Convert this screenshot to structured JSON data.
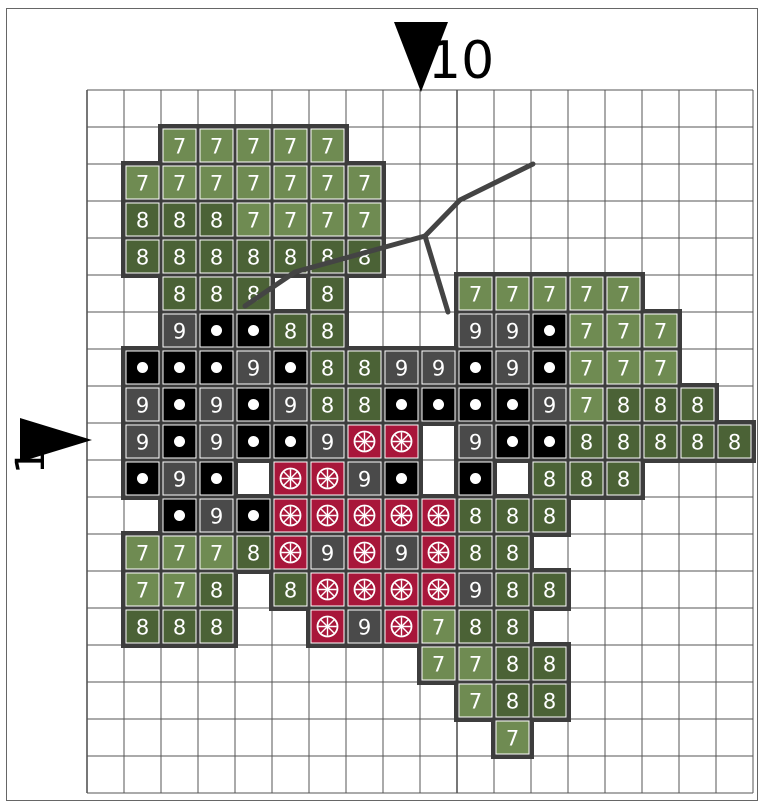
{
  "pattern": {
    "rows": 19,
    "cols": 18,
    "markers": {
      "top": "10",
      "left": "1"
    },
    "symbols": {
      "7": {
        "glyph": "7",
        "fill": "#6f8b52",
        "name": "light-green"
      },
      "8": {
        "glyph": "8",
        "fill": "#4b6236",
        "name": "dark-green"
      },
      "9": {
        "glyph": "9",
        "fill": "#4a4a4a",
        "name": "grey"
      },
      "o": {
        "glyph": "●",
        "fill": "#000000",
        "name": "black"
      },
      "w": {
        "glyph": "wheel",
        "fill": "#a8163a",
        "name": "red"
      }
    },
    "grid": [
      "..................",
      "..77777...........",
      ".7777777..........",
      ".8887777..........",
      ".8888888..........",
      "..888.8...77777...",
      "..9oo88...99o777..",
      ".ooo9o8899o9o777..",
      ".9o9o988oooo97888.",
      ".9o9oo9ww.9oo88888",
      ".o9o.ww9o.o.888...",
      "..o9owwwww888.....",
      ".7778w9w9w88......",
      ".778.8wwww988.....",
      ".888..w9w788......",
      ".........7788.....",
      "..........788.....",
      "...........7......",
      ".................."
    ]
  }
}
